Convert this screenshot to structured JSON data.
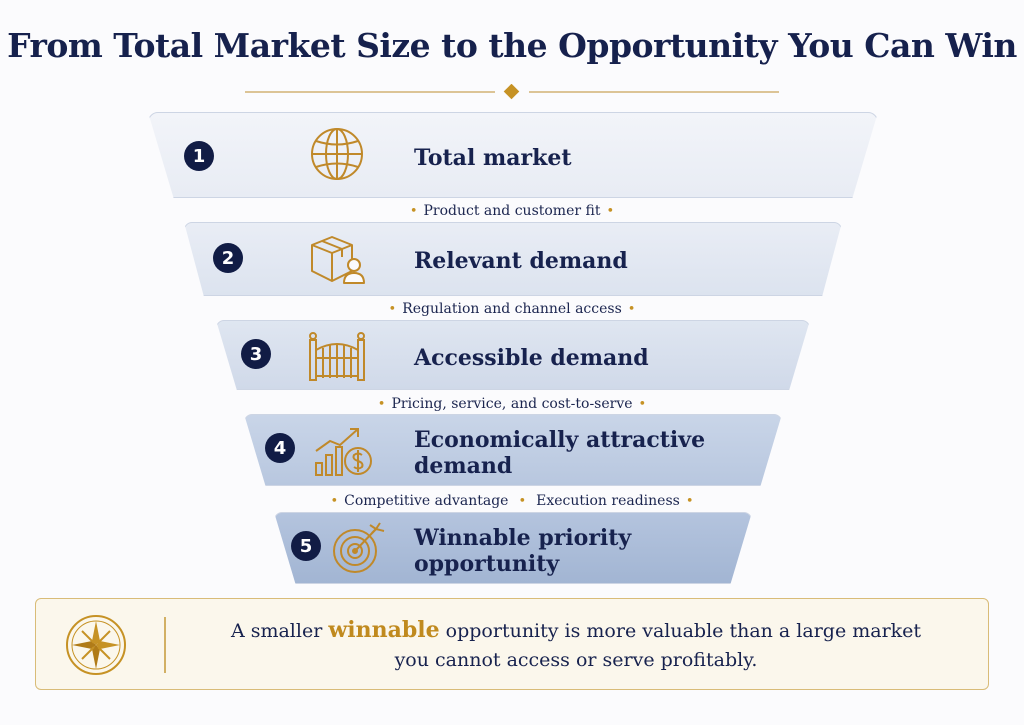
{
  "title": "From Total Market Size to the Opportunity You Can Win",
  "stages": [
    {
      "number": "1",
      "label": "Total market",
      "icon": "globe-icon"
    },
    {
      "number": "2",
      "label": "Relevant demand",
      "icon": "package-user-icon"
    },
    {
      "number": "3",
      "label": "Accessible demand",
      "icon": "gate-icon"
    },
    {
      "number": "4",
      "label_line1": "Economically attractive",
      "label_line2": "demand",
      "icon": "growth-dollar-icon"
    },
    {
      "number": "5",
      "label_line1": "Winnable priority",
      "label_line2": "opportunity",
      "icon": "target-icon"
    }
  ],
  "filters": [
    {
      "items": [
        "Product and customer fit"
      ]
    },
    {
      "items": [
        "Regulation and channel access"
      ]
    },
    {
      "items": [
        "Pricing, service, and cost-to-serve"
      ]
    },
    {
      "items": [
        "Competitive advantage",
        "Execution readiness"
      ]
    }
  ],
  "callout": {
    "icon": "compass-star-icon",
    "text_before": "A smaller",
    "highlight": "winnable",
    "text_after": "opportunity is more valuable than a large market",
    "line2": "you cannot access or serve profitably."
  },
  "colors": {
    "navy": "#111c45",
    "gold": "#c69225",
    "stage_light": "#eef1f7",
    "stage_dark": "#a9bbd8"
  }
}
